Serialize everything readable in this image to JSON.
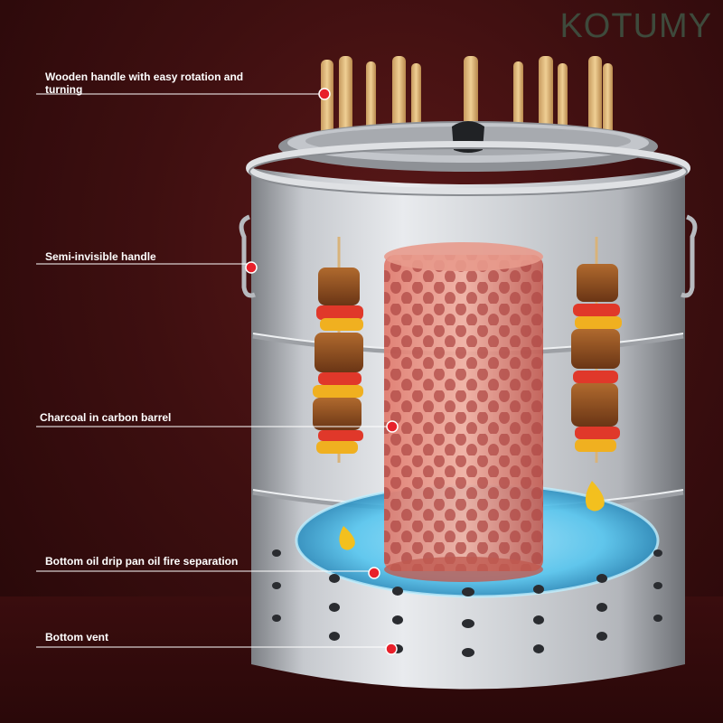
{
  "brand": {
    "watermark": "KOTUMY"
  },
  "callouts": {
    "handle": "Wooden handle with easy rotation and turning",
    "side_handle": "Semi-invisible handle",
    "charcoal": "Charcoal in carbon barrel",
    "oil_pan": "Bottom oil drip pan oil fire separation",
    "vent": "Bottom vent"
  },
  "colors": {
    "background": "#3e0f10",
    "marker": "#e8202a",
    "steel": "#c9ccd1",
    "oil_pan": "#58c6ef"
  }
}
